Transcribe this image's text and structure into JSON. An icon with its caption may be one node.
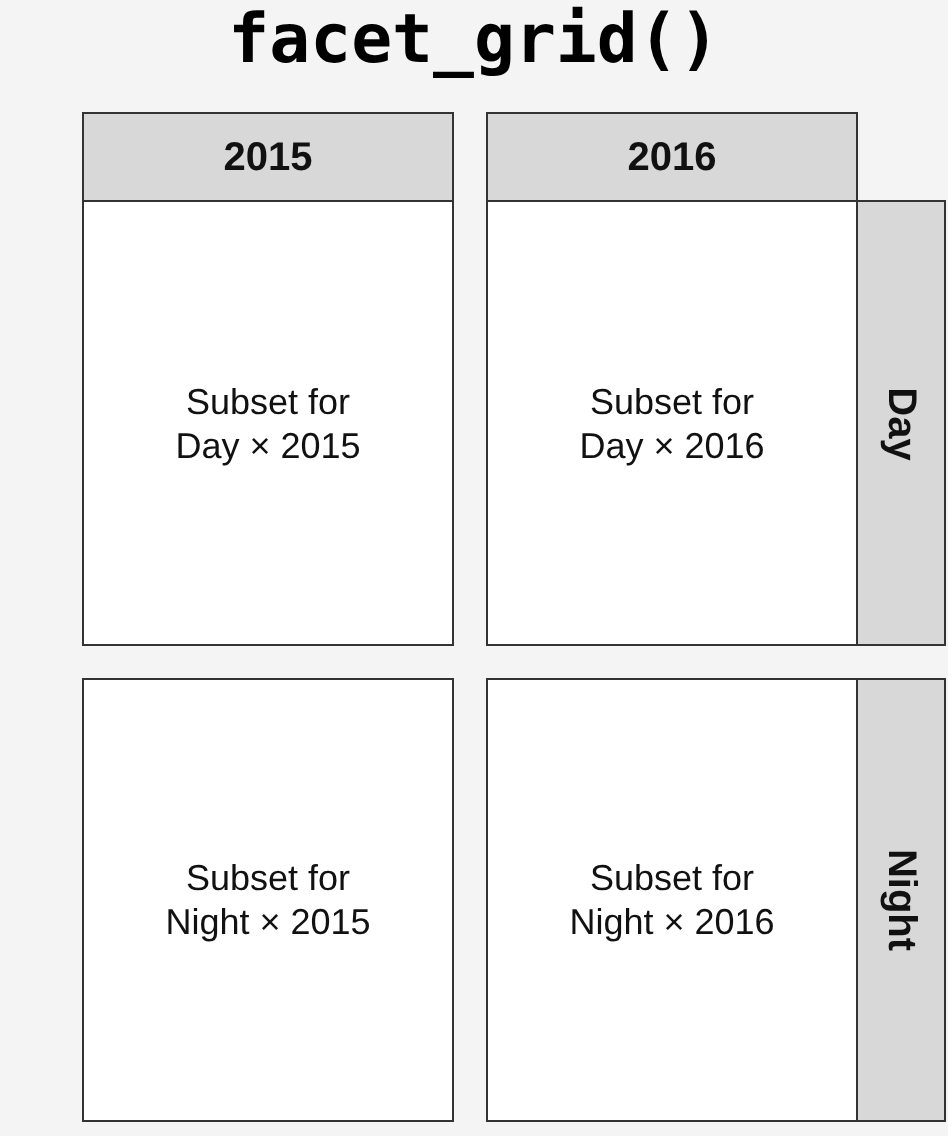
{
  "diagram": {
    "title": "facet_grid()",
    "nodes": [
      {
        "text": [
          "2015"
        ]
      },
      {
        "text": [
          "2016"
        ]
      },
      {
        "text": [
          "Subset for Day × 2015"
        ]
      },
      {
        "text": [
          "Subset for Day × 2016"
        ]
      },
      {
        "text": [
          "Day"
        ]
      },
      {
        "text": [
          "Subset for Night × 2015"
        ]
      },
      {
        "text": [
          "Subset for Night × 2016"
        ]
      },
      {
        "text": [
          "Night"
        ]
      }
    ],
    "edges": []
  }
}
